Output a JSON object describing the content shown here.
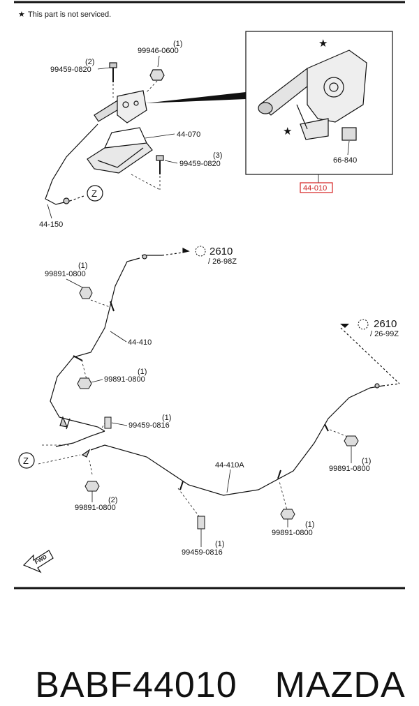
{
  "header": {
    "note": "This part is not serviced."
  },
  "detail": {
    "highlight_label": "44-010",
    "star": "★"
  },
  "labels": {
    "p1_qty": "(1)",
    "p1_code": "99946-0600",
    "p2_qty": "(2)",
    "p2_code": "99459-0820",
    "p3_code": "44-070",
    "p4_qty": "(3)",
    "p4_code": "99459-0820",
    "p5_code": "44-150",
    "p6_code": "66-840",
    "ref1_num": "2610",
    "ref1_sub": "/ 26-98Z",
    "ref2_num": "2610",
    "ref2_sub": "/ 26-99Z",
    "c1_qty": "(1)",
    "c1_code": "99891-0800",
    "cable1": "44-410",
    "c2_qty": "(1)",
    "c2_code": "99891-0800",
    "c3_qty": "(1)",
    "c3_code": "99459-0816",
    "cable2": "44-410A",
    "c4_qty": "(1)",
    "c4_code": "99891-0800",
    "c5_qty": "(2)",
    "c5_code": "99891-0800",
    "c6_qty": "(1)",
    "c6_code": "99891-0800",
    "c7_qty": "(1)",
    "c7_code": "99459-0816",
    "z_marker": "Z",
    "fwd": "FWD"
  },
  "caption": {
    "part_number": "BABF44010",
    "brand": "MAZDA"
  },
  "colors": {
    "ink": "#111111",
    "highlight": "#d62020"
  }
}
